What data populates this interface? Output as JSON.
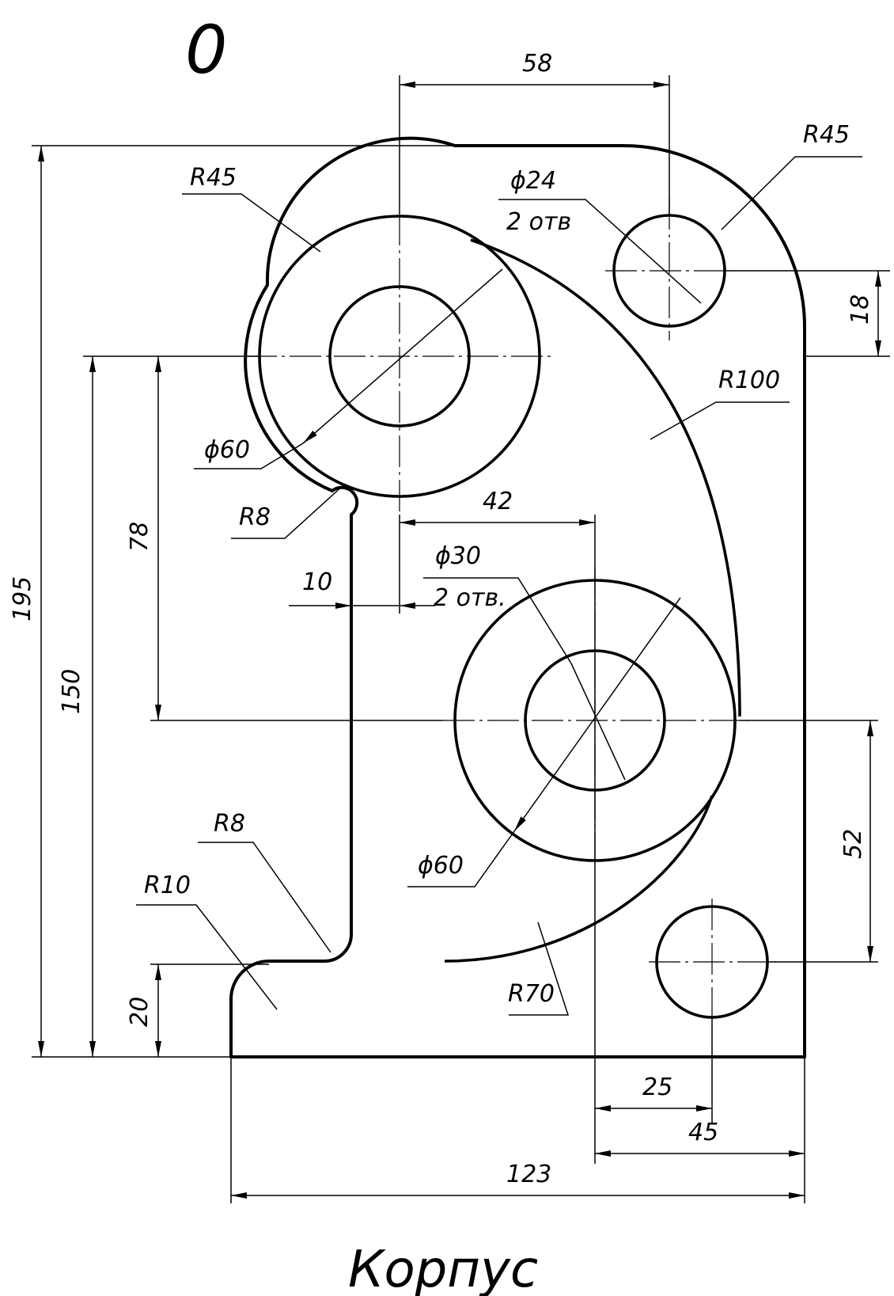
{
  "variant": "0",
  "title": "Корпус",
  "dimensions": {
    "w58": "58",
    "r45_top_right": "R45",
    "r45_left": "R45",
    "d24": "ϕ24",
    "holes_2_small": "2 отв",
    "d18": "18",
    "r100": "R100",
    "d60_upper": "ϕ60",
    "r8_upper": "R8",
    "d42": "42",
    "d30": "ϕ30",
    "holes_2_large": "2 отв.",
    "d10": "10",
    "d78": "78",
    "d195": "195",
    "d150": "150",
    "d52": "52",
    "r8_lower": "R8",
    "r10": "R10",
    "d60_lower": "ϕ60",
    "r70": "R70",
    "d20": "20",
    "d25": "25",
    "d45": "45",
    "d123": "123"
  }
}
